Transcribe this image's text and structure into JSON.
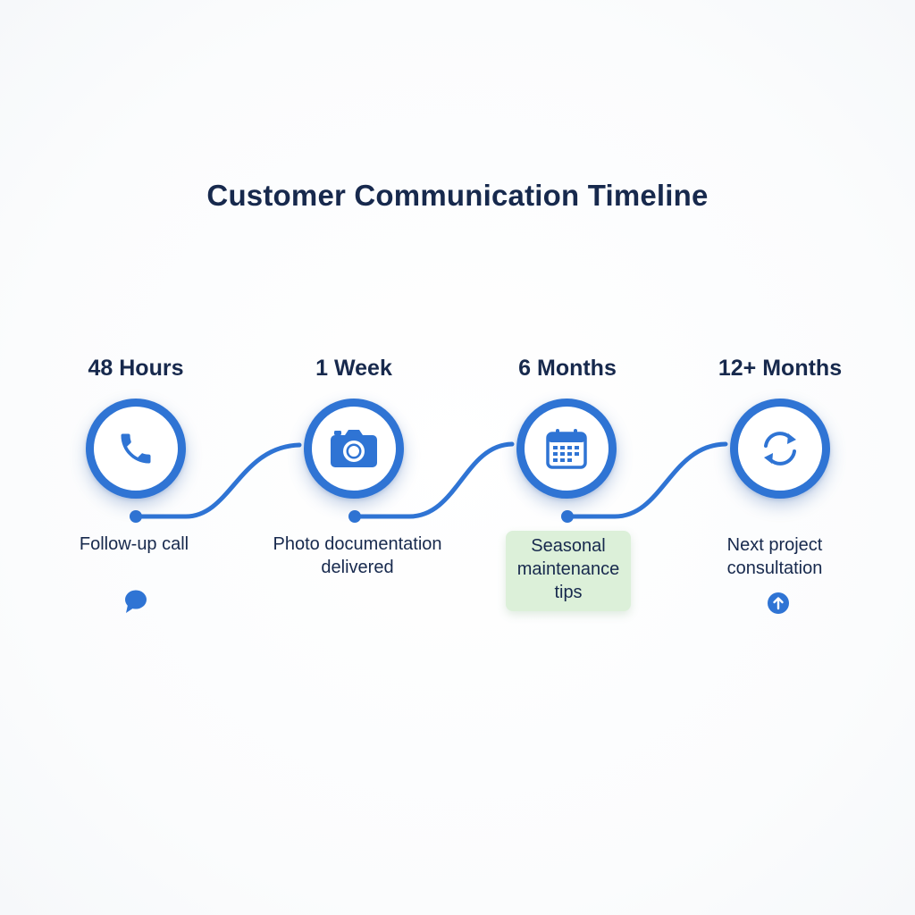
{
  "title": "Customer Communication Timeline",
  "colors": {
    "accent": "#2f74d4",
    "text": "#17294d",
    "highlight": "#dcf0d9"
  },
  "steps": [
    {
      "time": "48 Hours",
      "icon": "phone-icon",
      "description": "Follow-up call",
      "badge_icon": "chat-bubble-icon"
    },
    {
      "time": "1 Week",
      "icon": "camera-icon",
      "description": "Photo documentation delivered"
    },
    {
      "time": "6 Months",
      "icon": "calendar-icon",
      "description": "Seasonal maintenance tips",
      "highlighted": true
    },
    {
      "time": "12+ Months",
      "icon": "refresh-icon",
      "description": "Next project consultation",
      "badge_icon": "arrow-up-icon"
    }
  ]
}
